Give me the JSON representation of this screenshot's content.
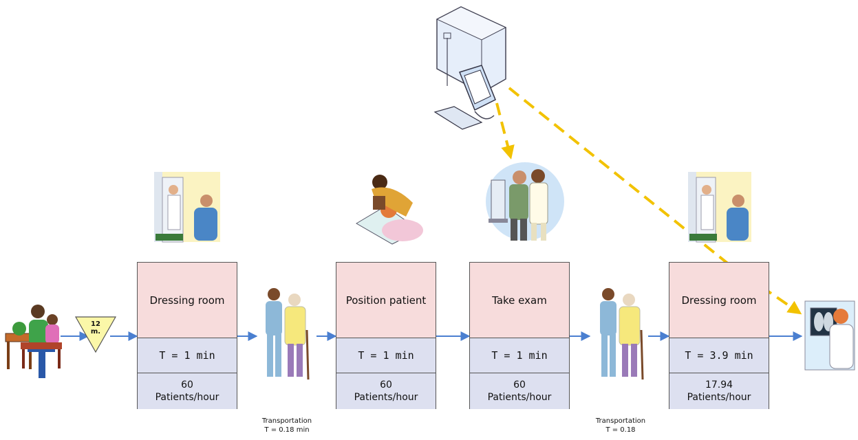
{
  "inventory": {
    "label_line1": "12",
    "label_line2": "m."
  },
  "stations": [
    {
      "name": "Dressing room",
      "time": "T = 1 min",
      "rate_value": "60",
      "rate_unit": "Patients/hour"
    },
    {
      "name": "Position patient",
      "time": "T = 1 min",
      "rate_value": "60",
      "rate_unit": "Patients/hour"
    },
    {
      "name": "Take exam",
      "time": "T = 1 min",
      "rate_value": "60",
      "rate_unit": "Patients/hour"
    },
    {
      "name": "Dressing room",
      "time": "T = 3.9 min",
      "rate_value": "17.94",
      "rate_unit": "Patients/hour"
    }
  ],
  "transports": [
    {
      "line1": "Transportation",
      "line2": "T = 0.18 min"
    },
    {
      "line1": "Transportation",
      "line2": "T = 0.18"
    }
  ],
  "colors": {
    "flow_arrow": "#4a7fd0",
    "info_arrow": "#f2c200",
    "station_header": "#f7dcdc",
    "station_metrics": "#dde0f0",
    "inventory_triangle": "#fbf7a8"
  }
}
